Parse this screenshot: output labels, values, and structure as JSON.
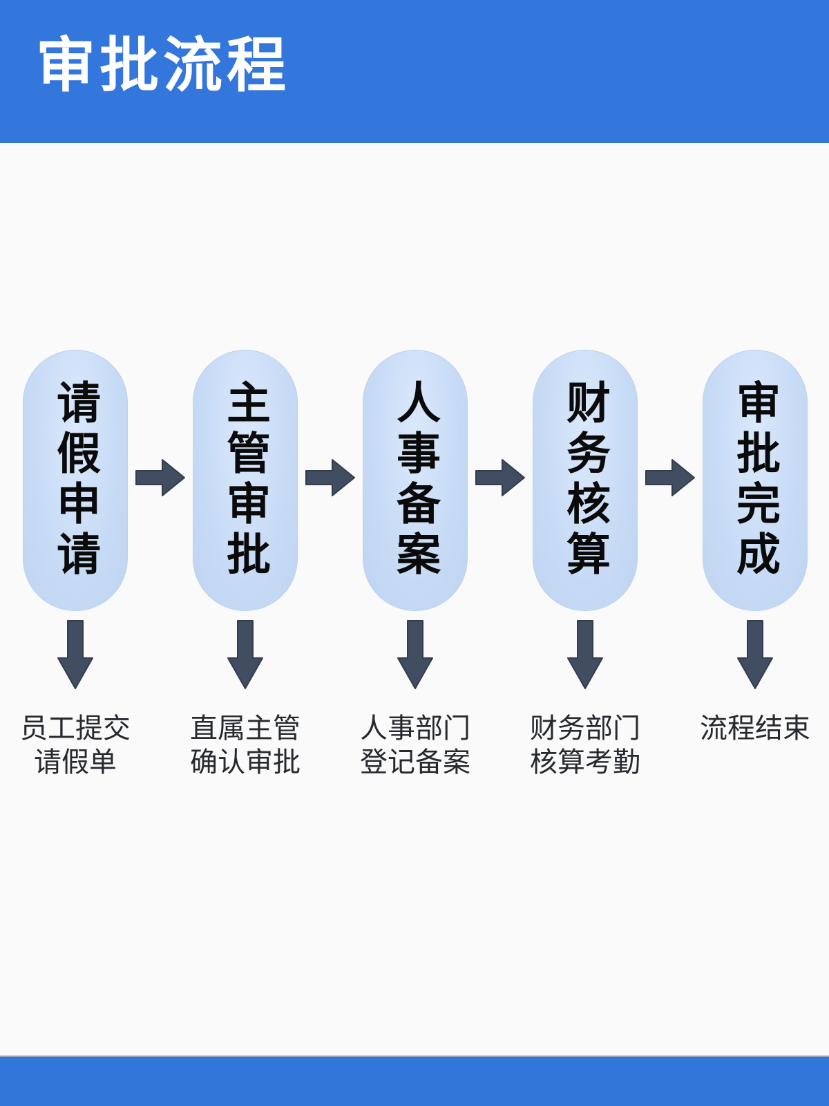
{
  "header": {
    "title": "审批流程"
  },
  "colors": {
    "header_bg": "#3377DC",
    "footer_bg": "#3176D9",
    "main_bg": "#FAFAFA",
    "pill_c1": "#DAE8FC",
    "pill_c2": "#C6DAF5",
    "pill_c3": "#BFD4F1",
    "pill_edge": "#BBD1EE",
    "arrow_color": "#414D61",
    "arrow_stroke": "#333D4D",
    "pill_text": "#0A0A0A",
    "caption_text": "#26292E",
    "title_text": "#FFFFFF"
  },
  "steps": [
    {
      "label": "请假申请",
      "caption": "员工提交\n请假单"
    },
    {
      "label": "主管审批",
      "caption": "直属主管\n确认审批"
    },
    {
      "label": "人事备案",
      "caption": "人事部门\n登记备案"
    },
    {
      "label": "财务核算",
      "caption": "财务部门\n核算考勤"
    },
    {
      "label": "审批完成",
      "caption": "流程结束"
    }
  ],
  "icons": {
    "right_arrow": "flow-arrow-right",
    "down_arrow": "flow-arrow-down"
  }
}
